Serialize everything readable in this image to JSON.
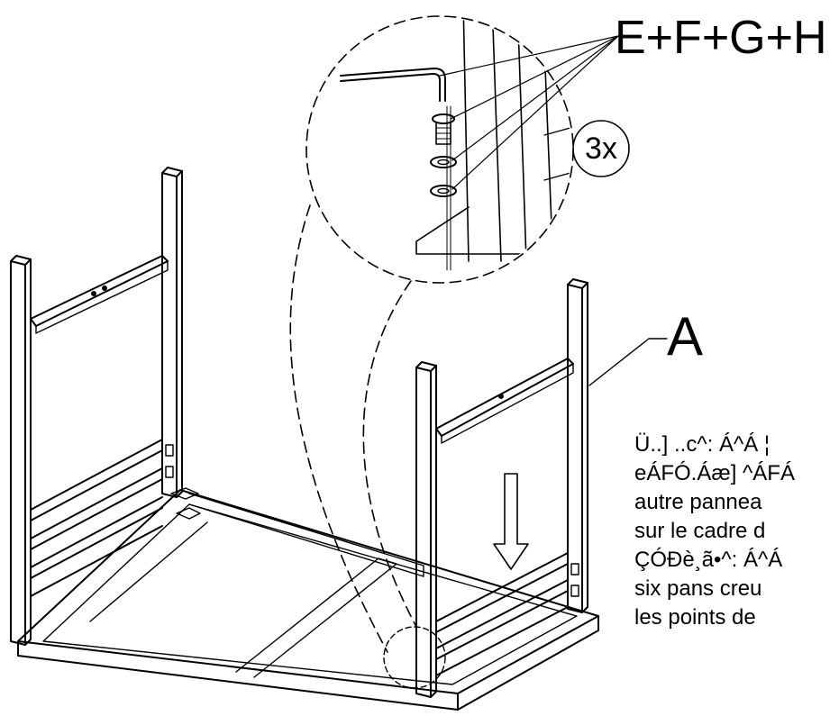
{
  "labels": {
    "parts": "E+F+G+H",
    "count": "3x",
    "panel": "A"
  },
  "instructions": [
    "Ü..] ..c^: Á^Á ¦",
    "eÁFÓ.Áæ] ^ÁFÁ",
    "autre pannea",
    "sur le cadre d",
    "ÇÓÐè¸ã•^: Á^Á",
    "six pans creu",
    "les points de"
  ],
  "colors": {
    "line": "#000000",
    "background": "#ffffff"
  }
}
